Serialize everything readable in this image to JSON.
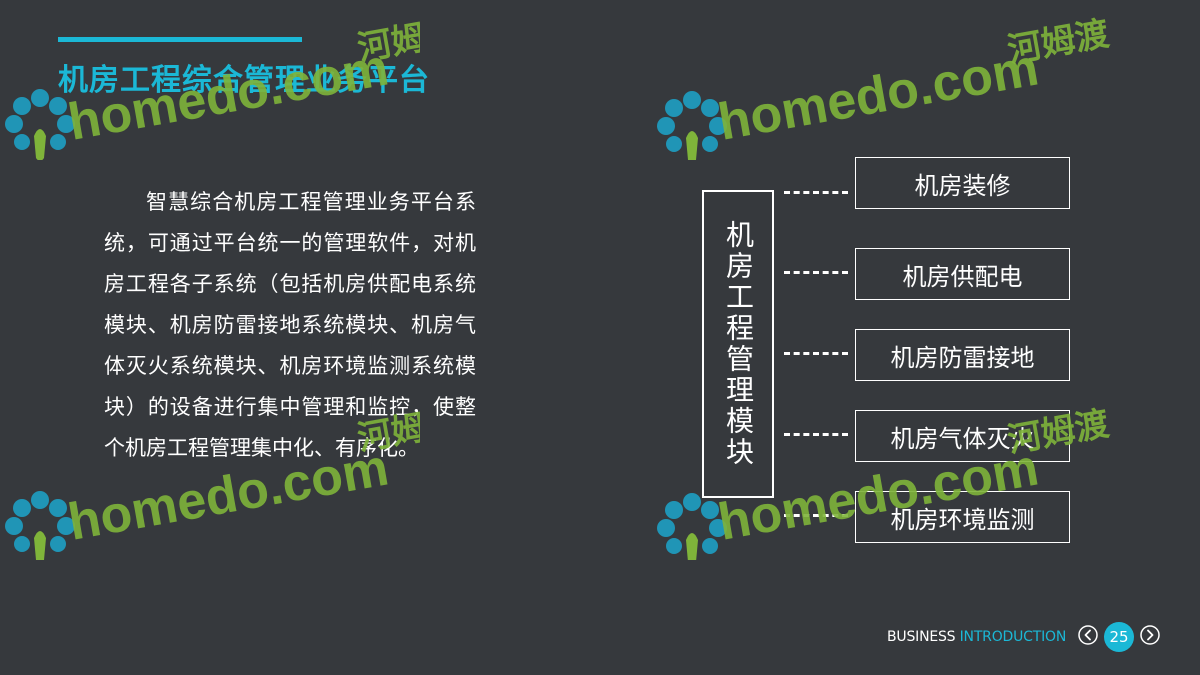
{
  "page": {
    "title": "机房工程综合管理业务平台",
    "body": "智慧综合机房工程管理业务平台系统，可通过平台统一的管理软件，对机房工程各子系统（包括机房供配电系统模块、机房防雷接地系统模块、机房气体灭火系统模块、机房环境监测系统模块）的设备进行集中管理和监控，使整个机房工程管理集中化、有序化。"
  },
  "diagram": {
    "root": "机房工程管理模块",
    "modules": [
      {
        "label": "机房装修"
      },
      {
        "label": "机房供配电"
      },
      {
        "label": "机房防雷接地"
      },
      {
        "label": "机房气体灭火"
      },
      {
        "label": "机房环境监测"
      }
    ]
  },
  "footer": {
    "word1": "BUSINESS",
    "word2": "INTRODUCTION",
    "page_number": "25"
  },
  "icons": {
    "prev": "chevron-left-circle-icon",
    "next": "chevron-right-circle-icon"
  },
  "watermark": {
    "brand": "homedo.com",
    "cn": "河姆渡"
  },
  "colors": {
    "background": "#36393d",
    "accent": "#1bb8d6",
    "text": "#ffffff",
    "watermark_green": "#7fb43a",
    "watermark_blue": "#1e9fc4"
  }
}
